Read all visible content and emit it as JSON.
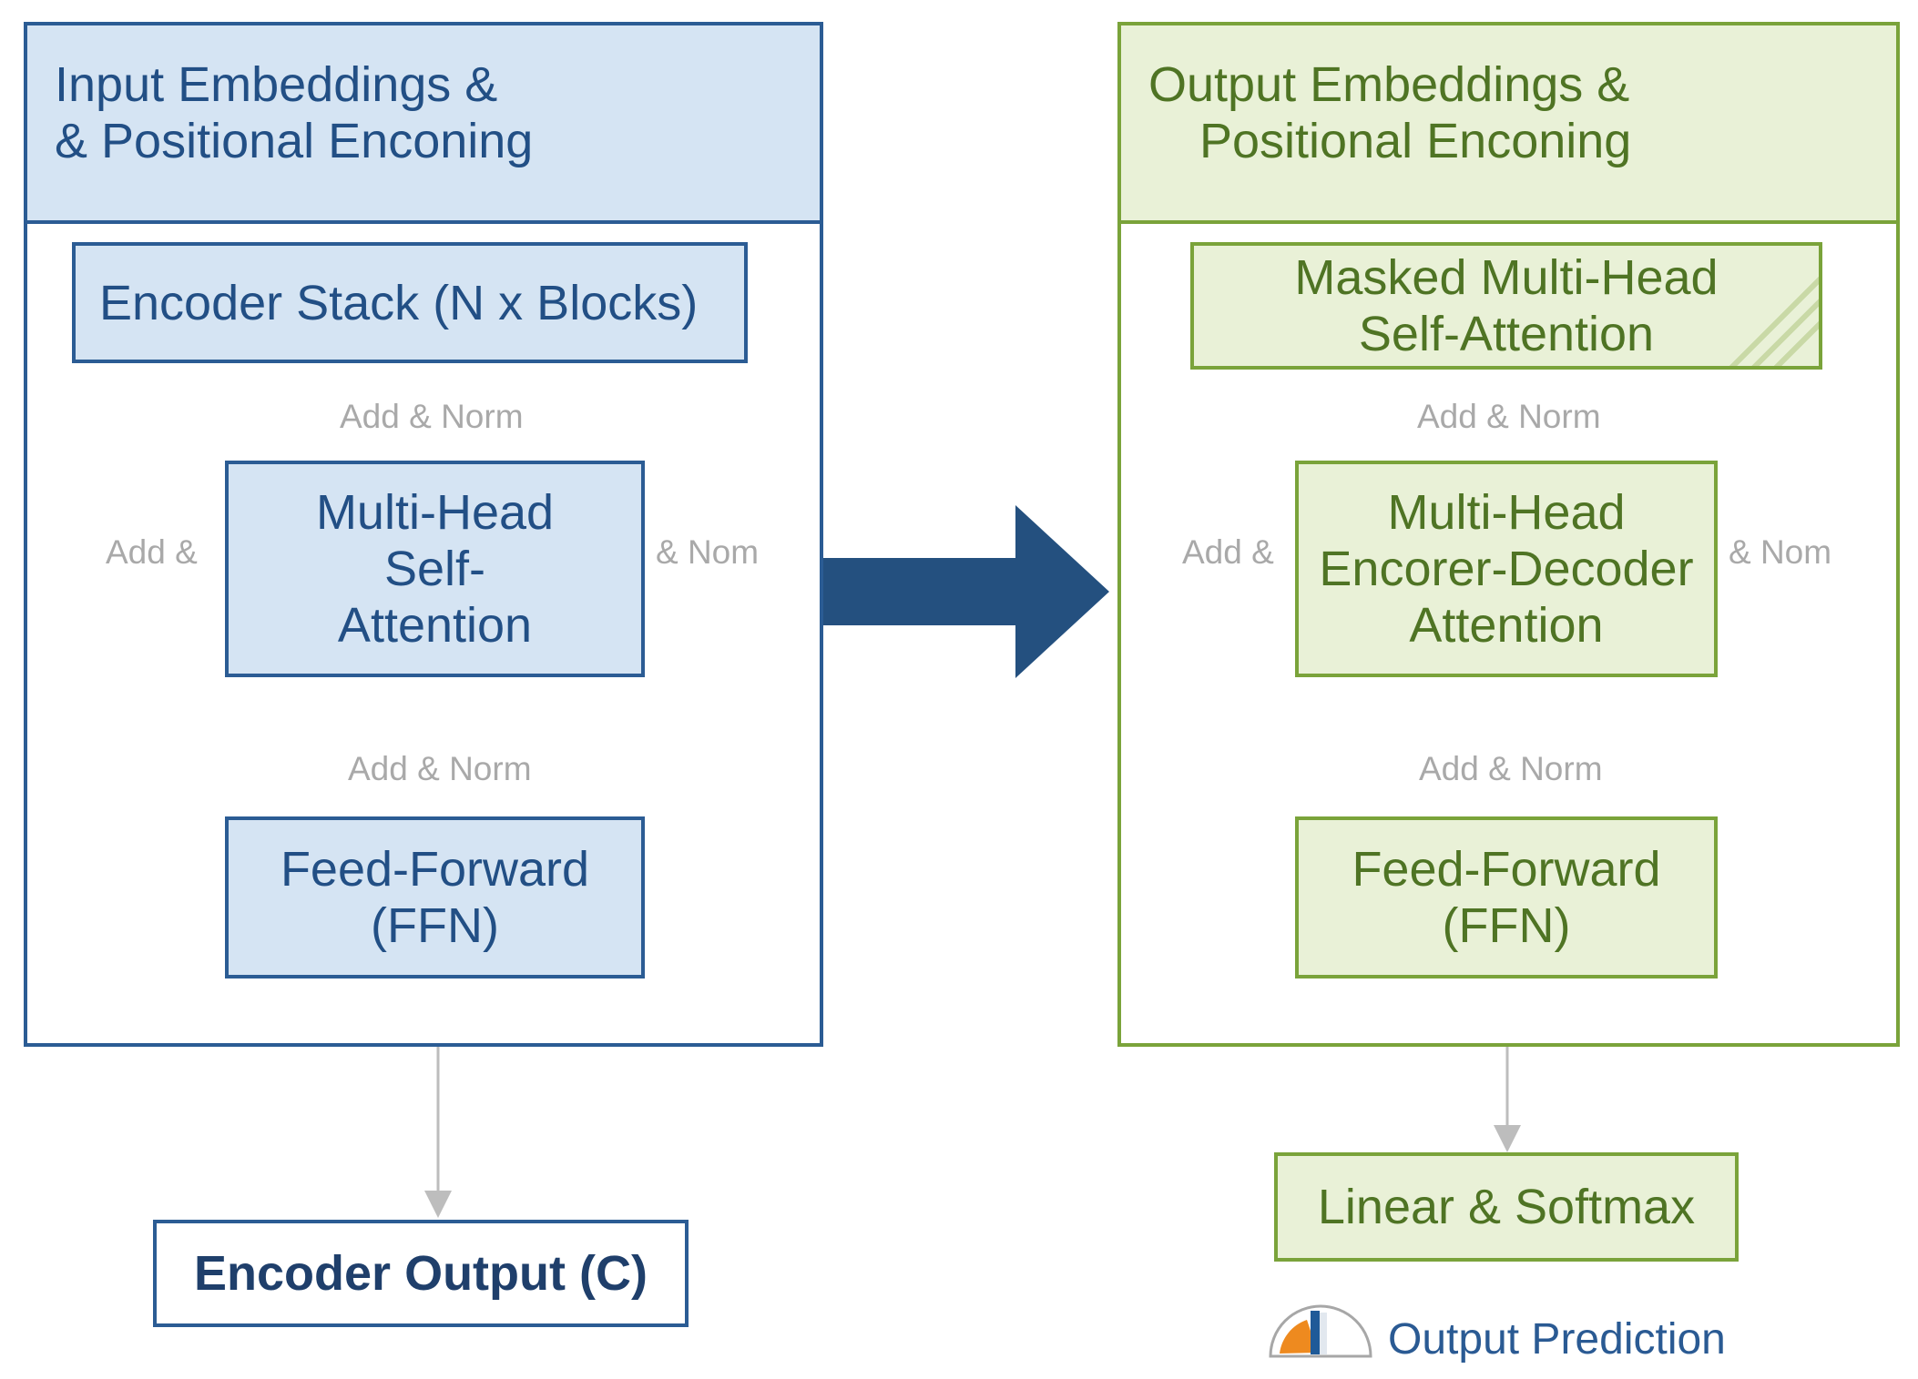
{
  "encoder": {
    "header_line1": "Input Embeddings &",
    "header_line2": "& Positional Enconing",
    "stack_label": "Encoder Stack (N x Blocks)",
    "attention_label": "Multi-Head\nSelf-\nAttention",
    "ffn_label": "Feed-Forward\n(FFN)",
    "add_norm_top": "Add & Norm",
    "add_left": "Add &",
    "norm_right": "& Nom",
    "add_norm_mid": "Add & Norm",
    "output_label": "Encoder Output (C)"
  },
  "decoder": {
    "header_line1": "Output Embeddings &",
    "header_line2": "Positional Enconing",
    "masked_label": "Masked Multi-Head\nSelf-Attention",
    "attention_label": "Multi-Head\nEncorer-Decoder\nAttention",
    "ffn_label": "Feed-Forward\n(FFN)",
    "add_norm_top": "Add & Norm",
    "add_left": "Add &",
    "norm_right": "& Nom",
    "add_norm_mid": "Add & Norm",
    "linear_label": "Linear & Softmax"
  },
  "prediction": {
    "label": "Output Prediction",
    "icon": "gauge-icon"
  },
  "colors": {
    "encoder_border": "#2b5c94",
    "encoder_fill": "#d5e4f3",
    "decoder_border": "#7aa33a",
    "decoder_fill": "#e9f1d7",
    "arrow": "#24507f",
    "connector": "#bdbdbd"
  }
}
